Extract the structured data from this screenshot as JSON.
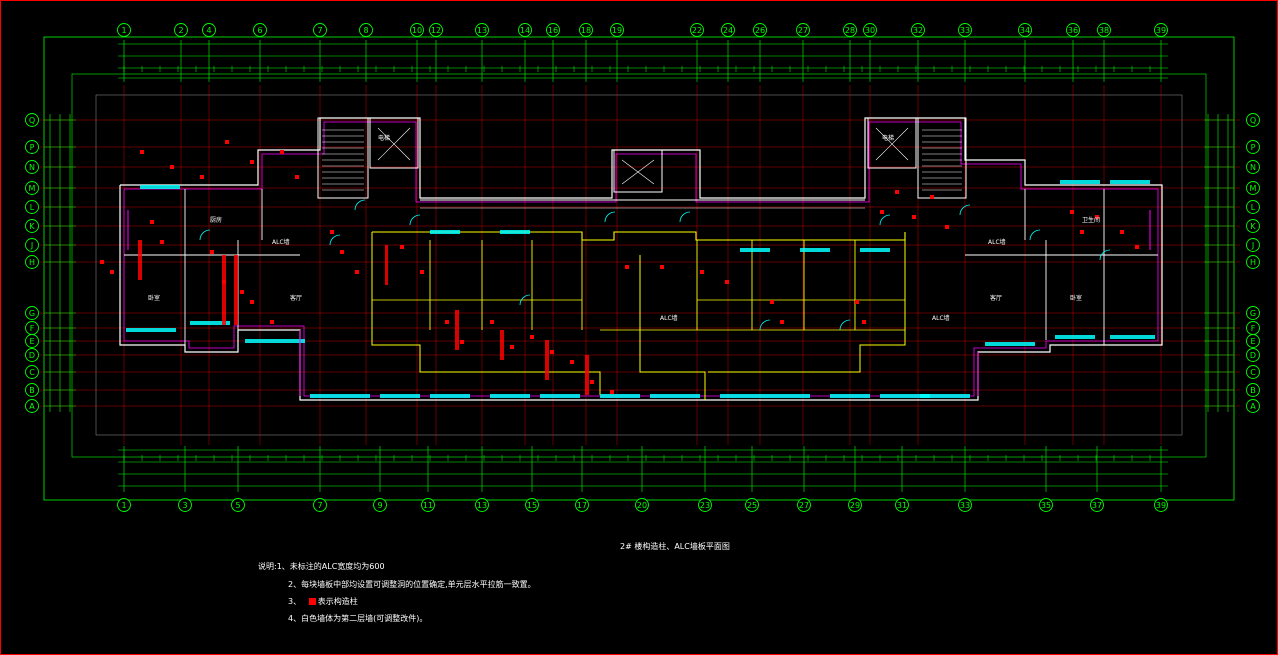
{
  "drawing": {
    "title": "2# 楼构造柱、ALC墙板平面图",
    "notes": [
      "说明:1、未标注的ALC宽度均为600",
      "2、每块墙板中部均设置可调整洞的位置确定,单元层水平拉筋一致置。",
      "3、表示构造柱",
      "4、白色墙体为第二层墙(可调整改件)。"
    ],
    "note3_prefix": "3、",
    "note3_text": "表示构造柱",
    "top_axes": [
      "1",
      "2",
      "4",
      "6",
      "7",
      "8",
      "10",
      "12",
      "13",
      "14",
      "16",
      "18",
      "19",
      "22",
      "24",
      "26",
      "27",
      "28",
      "30",
      "32",
      "33",
      "34",
      "36",
      "38",
      "39"
    ],
    "bottom_axes": [
      "1",
      "3",
      "5",
      "7",
      "9",
      "11",
      "13",
      "15",
      "17",
      "20",
      "23",
      "25",
      "27",
      "29",
      "31",
      "33",
      "35",
      "37",
      "39"
    ],
    "left_axes": [
      "Q",
      "P",
      "N",
      "M",
      "L",
      "K",
      "J",
      "H",
      "G",
      "F",
      "E",
      "D",
      "C",
      "B",
      "A"
    ],
    "room_labels": [
      {
        "text": "ALC墙"
      },
      {
        "text": "ALC墙"
      },
      {
        "text": "ALC墙"
      },
      {
        "text": "ALC墙"
      },
      {
        "text": "电梯"
      },
      {
        "text": "电梯"
      },
      {
        "text": "卧室"
      },
      {
        "text": "卧室"
      },
      {
        "text": "客厅"
      },
      {
        "text": "客厅"
      },
      {
        "text": "厨房"
      },
      {
        "text": "卫生间"
      }
    ],
    "colors": {
      "background": "#000000",
      "axis_circle": "#00ff00",
      "dimension": "#00ff00",
      "grid_line": "#ff0000",
      "wall_white": "#ffffff",
      "wall_yellow": "#ffff00",
      "wall_magenta": "#ff00ff",
      "window_cyan": "#00ffff",
      "column_red": "#ff0000"
    }
  }
}
